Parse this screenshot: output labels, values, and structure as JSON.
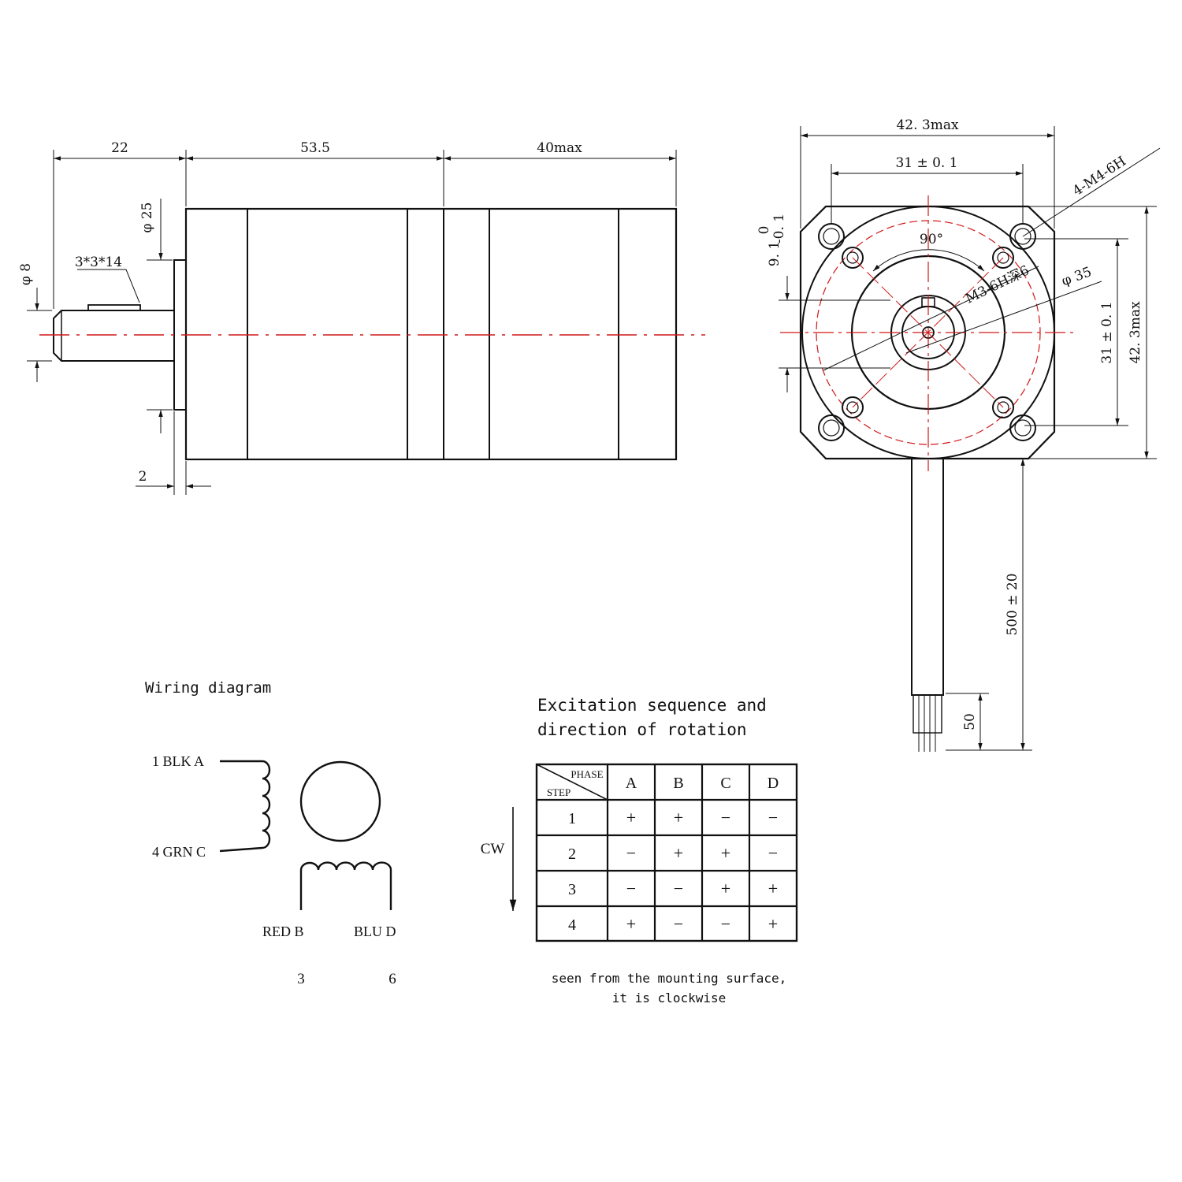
{
  "side_view": {
    "dims": {
      "shaft_length": "22",
      "body_length": "53.5",
      "rear_length": "40max",
      "boss_diameter": "φ 25",
      "shaft_diameter": "φ 8",
      "key": "3*3*14",
      "boss_height": "2"
    }
  },
  "front_view": {
    "dims": {
      "width_max": "42. 3max",
      "hole_spacing_h": "31 ± 0. 1",
      "hole_spacing_v": "31 ± 0. 1",
      "height_max": "42. 3max",
      "offset_main": "9. 1",
      "offset_sup": "0",
      "offset_sub": "-0. 1",
      "mount_holes": "4-M4-6H",
      "screw_holes": "M3-6H深6",
      "angle": "90°",
      "pilot_diameter": "φ 35",
      "lead_length": "500 ± 20",
      "strip_length": "50"
    }
  },
  "wiring": {
    "title": "Wiring diagram",
    "coil1_top": "1 BLK A",
    "coil1_bottom": "4 GRN C",
    "coil2_left": "RED B",
    "coil2_right": "BLU D",
    "pin_left": "3",
    "pin_right": "6"
  },
  "excitation": {
    "title_line1": "Excitation sequence and",
    "title_line2": "direction of rotation",
    "header_phase": "PHASE",
    "header_step": "STEP",
    "phases": [
      "A",
      "B",
      "C",
      "D"
    ],
    "direction": "CW",
    "rows": [
      {
        "step": "1",
        "cells": [
          "+",
          "+",
          "−",
          "−"
        ]
      },
      {
        "step": "2",
        "cells": [
          "−",
          "+",
          "+",
          "−"
        ]
      },
      {
        "step": "3",
        "cells": [
          "−",
          "−",
          "+",
          "+"
        ]
      },
      {
        "step": "4",
        "cells": [
          "+",
          "−",
          "−",
          "+"
        ]
      }
    ],
    "note_line1": "seen from the mounting surface,",
    "note_line2": "it is clockwise"
  }
}
